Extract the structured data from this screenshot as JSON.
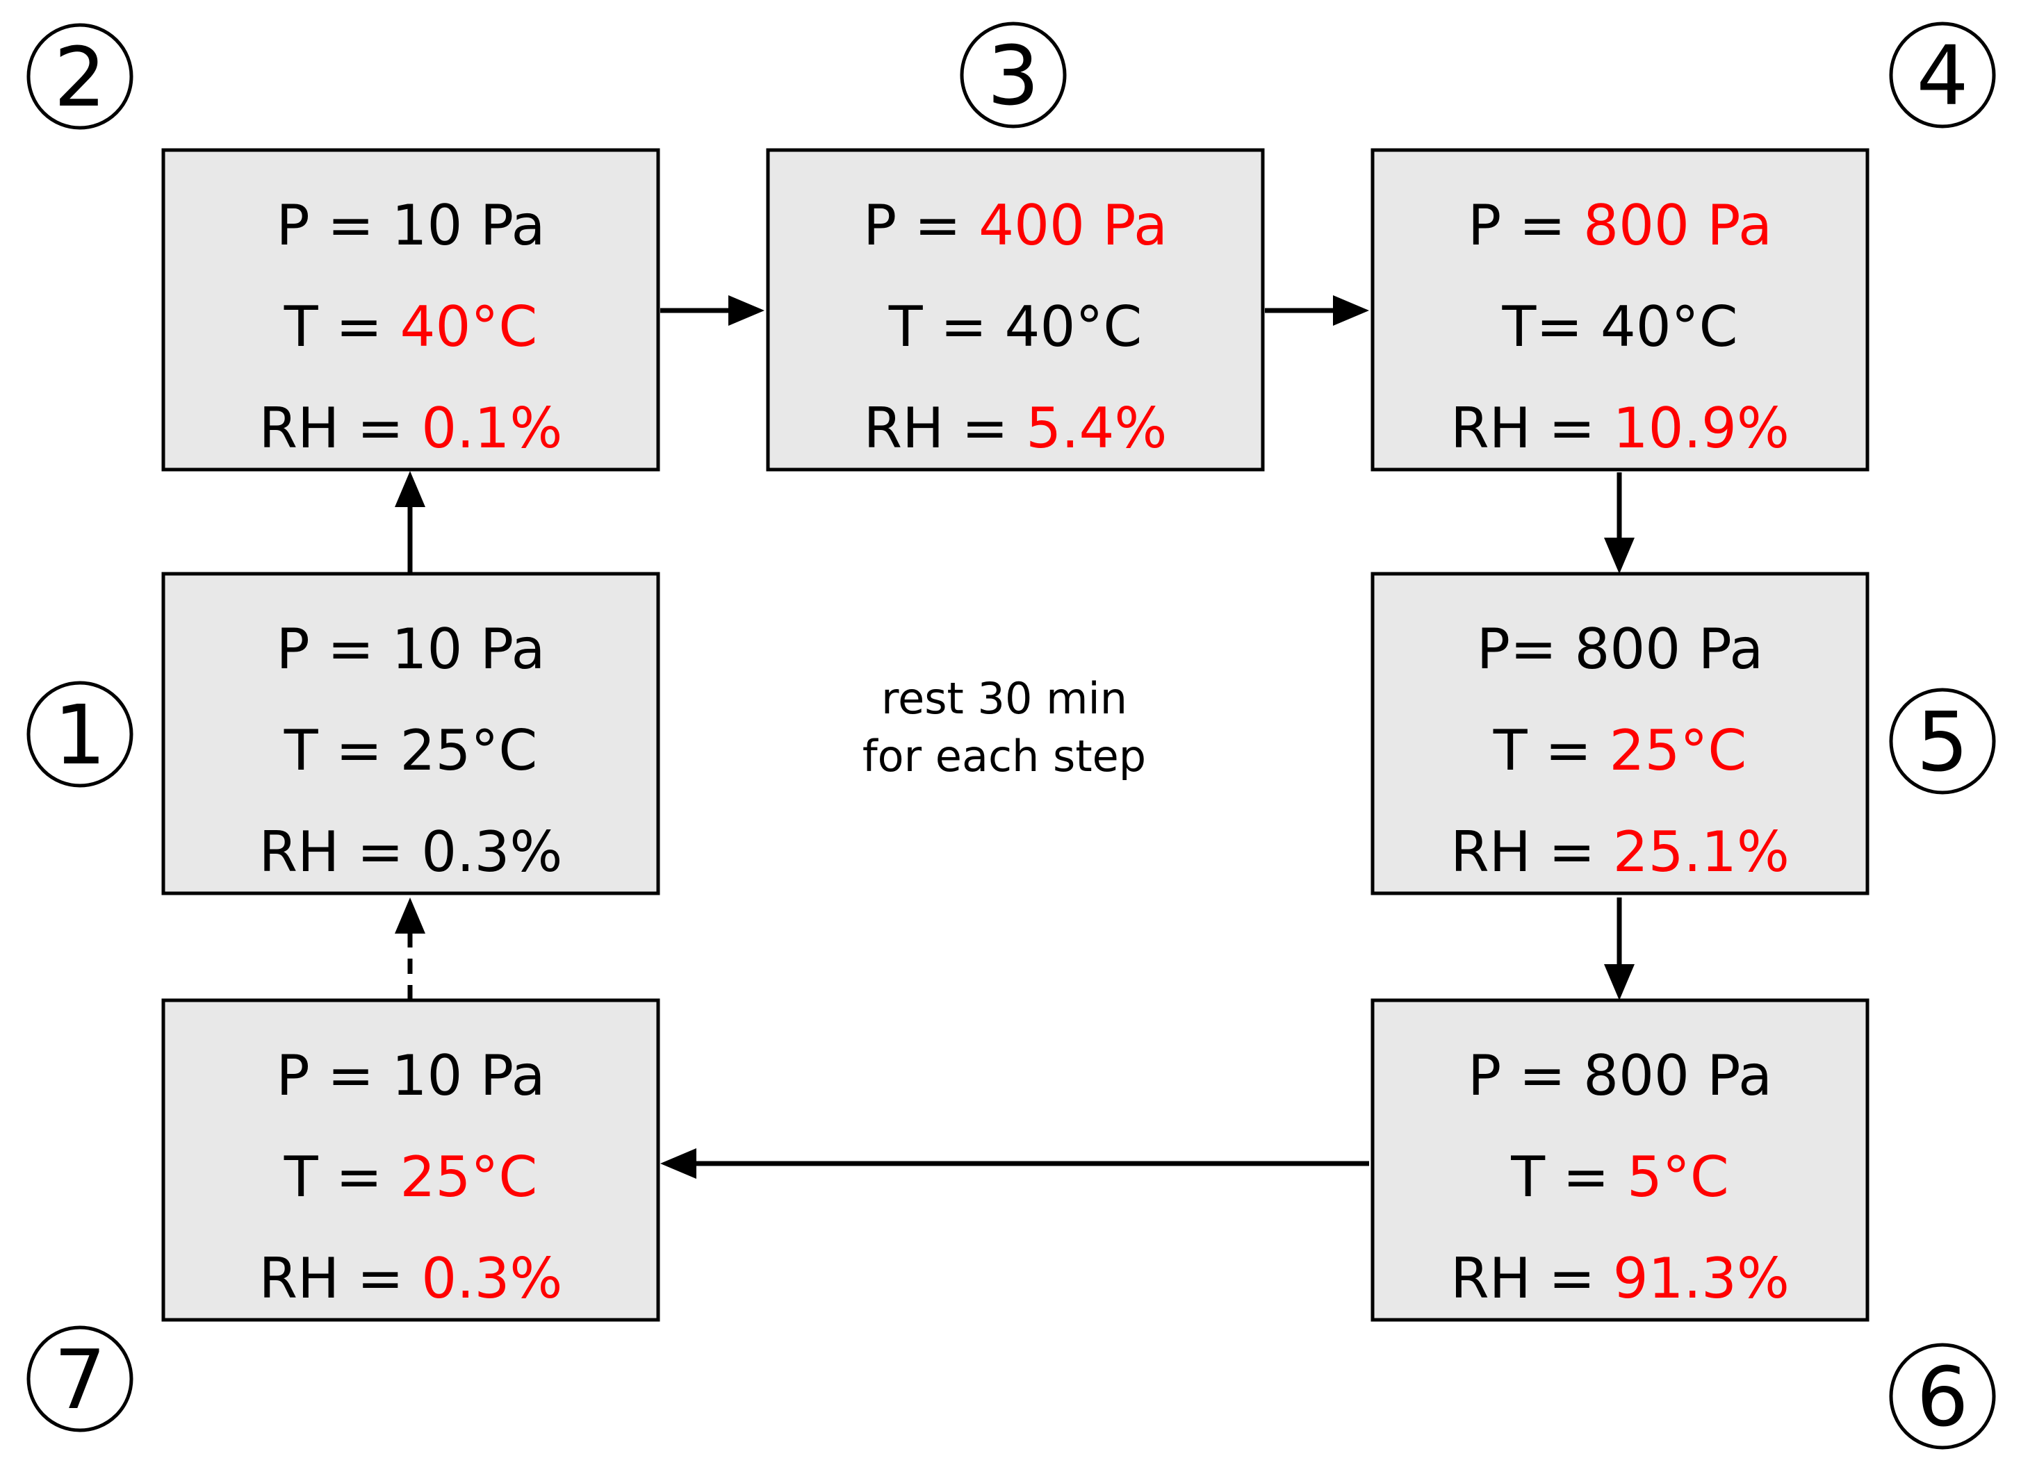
{
  "colors": {
    "highlight": "#ff0000",
    "normal": "#000000",
    "box_fill": "#e8e8e8"
  },
  "note": {
    "line1": "rest 30 min",
    "line2": "for each step"
  },
  "steps": [
    {
      "num": "①",
      "lines": [
        {
          "prefix": "P = ",
          "value": "10 Pa",
          "changed": false
        },
        {
          "prefix": "T = ",
          "value": "25°C",
          "changed": false
        },
        {
          "prefix": "RH = ",
          "value": "0.3%",
          "changed": false
        }
      ]
    },
    {
      "num": "②",
      "lines": [
        {
          "prefix": "P = ",
          "value": "10 Pa",
          "changed": false
        },
        {
          "prefix": "T = ",
          "value": "40°C",
          "changed": true
        },
        {
          "prefix": "RH = ",
          "value": "0.1%",
          "changed": true
        }
      ]
    },
    {
      "num": "③",
      "lines": [
        {
          "prefix": "P = ",
          "value": "400 Pa",
          "changed": true
        },
        {
          "prefix": "T = ",
          "value": "40°C",
          "changed": false
        },
        {
          "prefix": "RH = ",
          "value": "5.4%",
          "changed": true
        }
      ]
    },
    {
      "num": "④",
      "lines": [
        {
          "prefix": "P = ",
          "value": "800 Pa",
          "changed": true
        },
        {
          "prefix": "T= ",
          "value": "40°C",
          "changed": false
        },
        {
          "prefix": "RH = ",
          "value": "10.9%",
          "changed": true
        }
      ]
    },
    {
      "num": "⑤",
      "lines": [
        {
          "prefix": "P= ",
          "value": "800 Pa",
          "changed": false
        },
        {
          "prefix": "T = ",
          "value": "25°C",
          "changed": true
        },
        {
          "prefix": "RH = ",
          "value": "25.1%",
          "changed": true
        }
      ]
    },
    {
      "num": "⑥",
      "lines": [
        {
          "prefix": "P = ",
          "value": "800 Pa",
          "changed": false
        },
        {
          "prefix": "T = ",
          "value": "5°C",
          "changed": true
        },
        {
          "prefix": "RH = ",
          "value": "91.3%",
          "changed": true
        }
      ]
    },
    {
      "num": "⑦",
      "lines": [
        {
          "prefix": "P = ",
          "value": "10 Pa",
          "changed": false
        },
        {
          "prefix": "T = ",
          "value": "25°C",
          "changed": true
        },
        {
          "prefix": "RH = ",
          "value": "0.3%",
          "changed": true
        }
      ]
    }
  ]
}
